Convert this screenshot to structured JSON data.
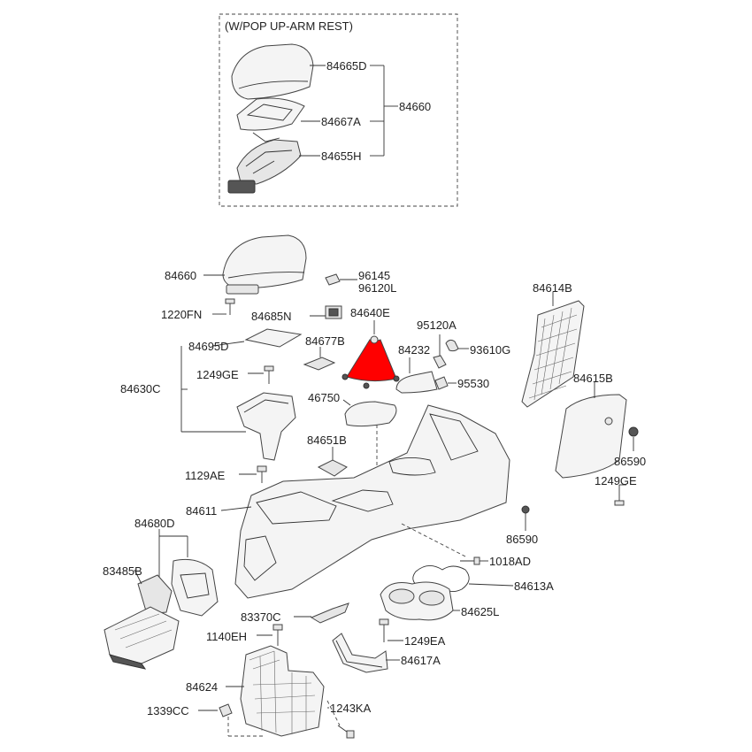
{
  "inset_title": "(W/POP UP-ARM REST)",
  "highlight_color": "#ff0000",
  "labels": {
    "p84665D": "84665D",
    "p84660_inset": "84660",
    "p84667A": "84667A",
    "p84655H": "84655H",
    "p84660": "84660",
    "p96145": "96145",
    "p96120L": "96120L",
    "p84614B": "84614B",
    "p1220FN": "1220FN",
    "p84685N": "84685N",
    "p84640E": "84640E",
    "p95120A": "95120A",
    "p84695D": "84695D",
    "p84677B": "84677B",
    "p84232": "84232",
    "p93610G": "93610G",
    "p84630C": "84630C",
    "p1249GE_a": "1249GE",
    "p95530": "95530",
    "p84615B": "84615B",
    "p46750": "46750",
    "p84651B": "84651B",
    "p86590_a": "86590",
    "p1129AE": "1129AE",
    "p1249GE_b": "1249GE",
    "p84611": "84611",
    "p86590_b": "86590",
    "p84680D": "84680D",
    "p1018AD": "1018AD",
    "p83485B": "83485B",
    "p84613A": "84613A",
    "p84625L": "84625L",
    "p83370C": "83370C",
    "p1140EH": "1140EH",
    "p1249EA": "1249EA",
    "p84617A": "84617A",
    "p84624": "84624",
    "p1339CC": "1339CC",
    "p1243KA": "1243KA"
  }
}
